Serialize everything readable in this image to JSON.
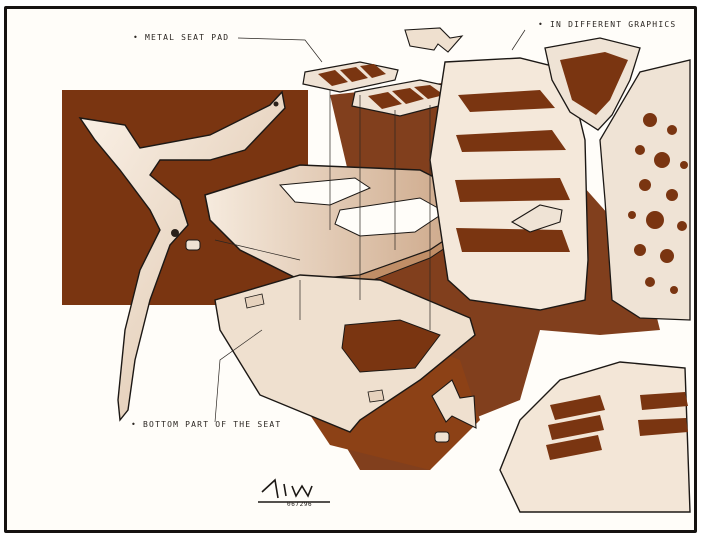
{
  "annotations": {
    "metal_seat_pad": "• METAL SEAT PAD",
    "different_graphics": "• IN DIFFERENT GRAPHICS",
    "bottom_part": "• BOTTOM PART OF THE SEAT"
  },
  "signature": {
    "code": "067296"
  },
  "colors": {
    "marker_brown": "#7a3511",
    "light_tan": "#e9d7c3",
    "paper": "#fffdf9",
    "ink": "#1c1815"
  }
}
